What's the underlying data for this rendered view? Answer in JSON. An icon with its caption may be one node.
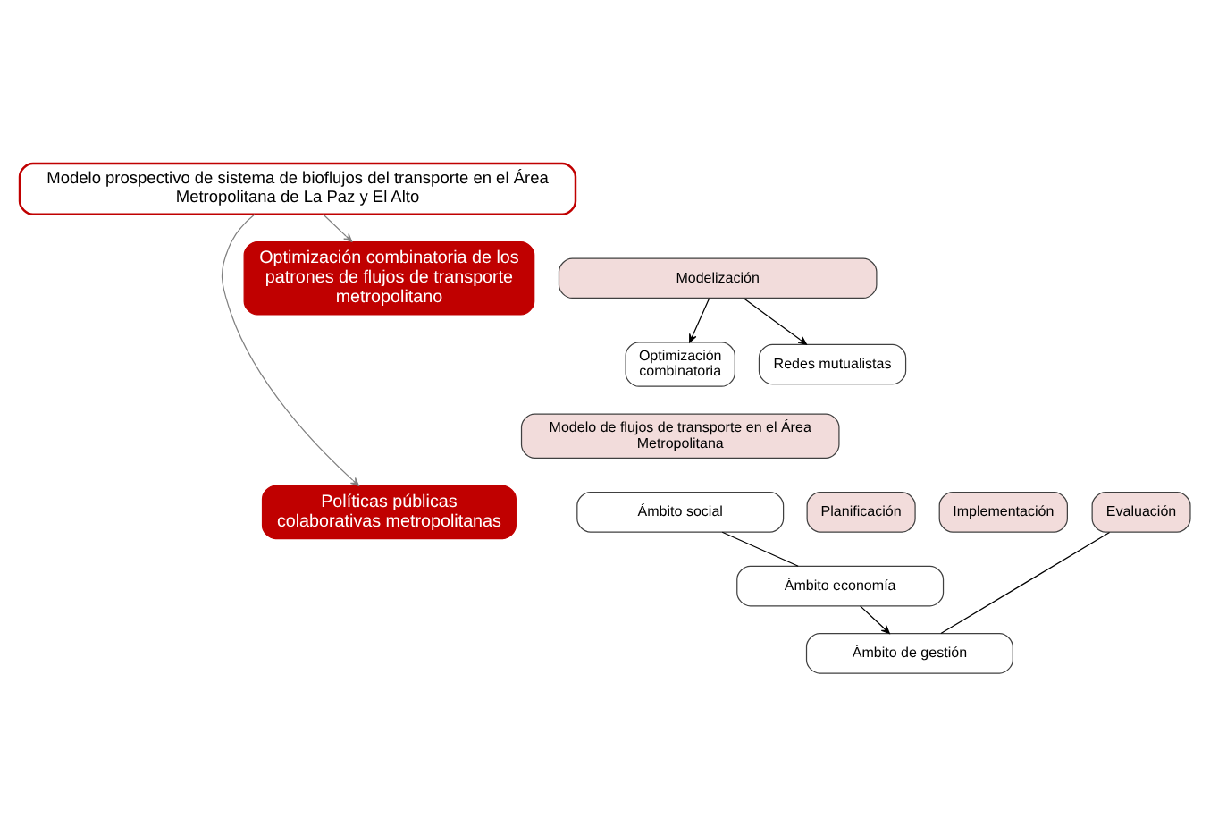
{
  "diagram": {
    "nodes": [
      {
        "text": [
          "Modelo prospectivo de sistema de bioflujos del transporte en el Área Metropolitana de La Paz y El Alto"
        ]
      },
      {
        "text": [
          "Optimización combinatoria de los patrones de flujos de transporte metropolitano"
        ]
      },
      {
        "text": [
          "Modelización"
        ]
      },
      {
        "text": [
          "Optimización combinatoria"
        ]
      },
      {
        "text": [
          "Redes mutualistas"
        ]
      },
      {
        "text": [
          "Modelo de flujos de transporte en el Área Metropolitana"
        ]
      },
      {
        "text": [
          "Políticas públicas colaborativas metropolitanas"
        ]
      },
      {
        "text": [
          "Ámbito social"
        ]
      },
      {
        "text": [
          "Ámbito economía"
        ]
      },
      {
        "text": [
          "Ámbito de gestión"
        ]
      },
      {
        "text": [
          "Planificación"
        ]
      },
      {
        "text": [
          "Implementación"
        ]
      },
      {
        "text": [
          "Evaluación"
        ]
      }
    ],
    "edges": [
      {
        "from": 0,
        "to": 1,
        "arrow": "to",
        "color": "#808080"
      },
      {
        "from": 0,
        "to": 6,
        "arrow": "to",
        "color": "#808080"
      },
      {
        "from": 2,
        "to": 3,
        "arrow": "to"
      },
      {
        "from": 2,
        "to": 4,
        "arrow": "to"
      },
      {
        "from": 7,
        "to": 8,
        "arrow": "none"
      },
      {
        "from": 8,
        "to": 9,
        "arrow": "to"
      },
      {
        "from": 9,
        "to": 12,
        "arrow": "none"
      }
    ]
  }
}
